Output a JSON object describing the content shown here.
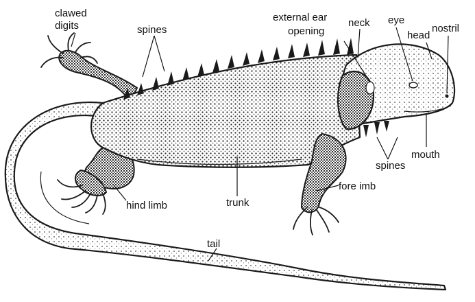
{
  "labels": {
    "clawed_digits_1": "clawed",
    "clawed_digits_2": "digits",
    "spines_top": "spines",
    "external_ear_1": "external ear",
    "external_ear_2": "opening",
    "neck": "neck",
    "eye": "eye",
    "head": "head",
    "nostril": "nostril",
    "mouth": "mouth",
    "spines_bottom": "spines",
    "fore_limb": "fore imb",
    "hind_limb": "hind limb",
    "trunk": "trunk",
    "tail": "tail"
  }
}
